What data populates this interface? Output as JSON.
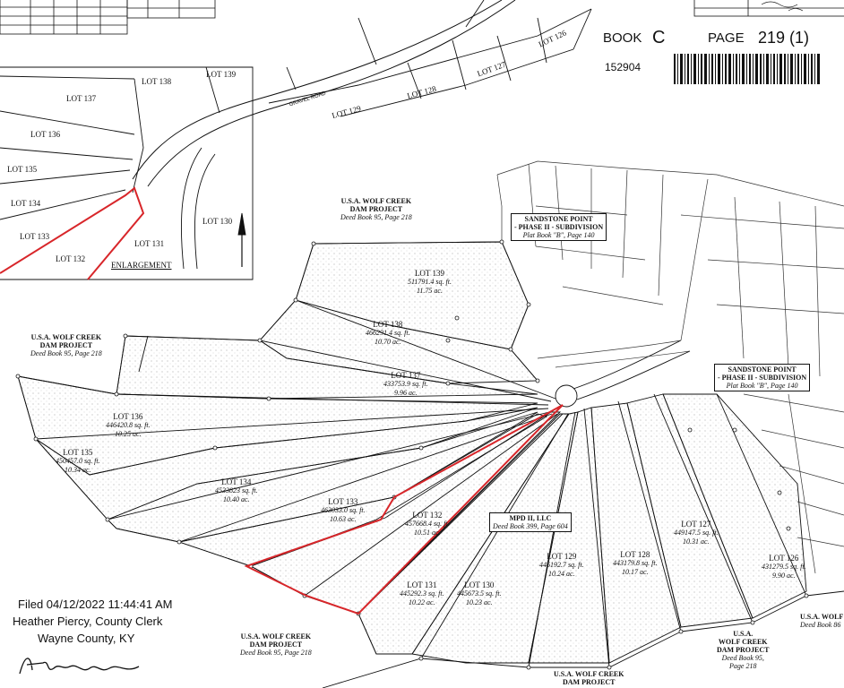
{
  "header": {
    "book_label": "BOOK",
    "book_value": "C",
    "page_label": "PAGE",
    "page_value": "219 (1)",
    "instrument_no": "152904"
  },
  "enlargement": {
    "title": "ENLARGEMENT",
    "lots": [
      "LOT 139",
      "LOT 138",
      "LOT 137",
      "LOT 136",
      "LOT 135",
      "LOT 134",
      "LOT 133",
      "LOT 132",
      "LOT 131",
      "LOT 130",
      "LOT 129",
      "LOT 128",
      "LOT 127",
      "LOT 126"
    ],
    "road_label": "GRAVEL ROAD"
  },
  "lots": [
    {
      "name": "LOT 139",
      "area": "511791.4 sq. ft.",
      "acres": "11.75 ac."
    },
    {
      "name": "LOT 138",
      "area": "466291.4 sq. ft.",
      "acres": "10.70 ac."
    },
    {
      "name": "LOT 137",
      "area": "433753.9 sq. ft.",
      "acres": "9.96 ac."
    },
    {
      "name": "LOT 136",
      "area": "446420.8 sq. ft.",
      "acres": "10.25 ac."
    },
    {
      "name": "LOT 135",
      "area": "450457.0 sq. ft.",
      "acres": "10.34 ac."
    },
    {
      "name": "LOT 134",
      "area": "4533823 sq. ft.",
      "acres": "10.40 ac."
    },
    {
      "name": "LOT 133",
      "area": "463033.0 sq. ft.",
      "acres": "10.63 ac."
    },
    {
      "name": "LOT 132",
      "area": "457668.4 sq. ft.",
      "acres": "10.51 ac."
    },
    {
      "name": "LOT 131",
      "area": "445292.3 sq. ft.",
      "acres": "10.22 ac."
    },
    {
      "name": "LOT 130",
      "area": "445673.5 sq. ft.",
      "acres": "10.23 ac."
    },
    {
      "name": "LOT 129",
      "area": "446192.7 sq. ft.",
      "acres": "10.24 ac."
    },
    {
      "name": "LOT 128",
      "area": "443179.8 sq. ft.",
      "acres": "10.17 ac."
    },
    {
      "name": "LOT 127",
      "area": "449147.5 sq. ft.",
      "acres": "10.31 ac."
    },
    {
      "name": "LOT 126",
      "area": "431279.5 sq. ft.",
      "acres": "9.90 ac."
    }
  ],
  "owners": {
    "wolf_creek_top": [
      "U.S.A. WOLF CREEK",
      "DAM PROJECT",
      "Deed Book 95, Page 218"
    ],
    "wolf_creek_left": [
      "U.S.A. WOLF CREEK",
      "DAM PROJECT",
      "Deed Book 95, Page 218"
    ],
    "wolf_creek_bottom": [
      "U.S.A. WOLF CREEK",
      "DAM PROJECT",
      "Deed Book 95, Page 218"
    ],
    "wolf_creek_bottom2": [
      "U.S.A. WOLF CREEK",
      "DAM PROJECT"
    ],
    "wolf_creek_right": [
      "U.S.A.",
      "WOLF CREEK",
      "DAM PROJECT",
      "Deed Book 95,",
      "Page 218"
    ],
    "wolf_creek_far_right": [
      "U.S.A. WOLF",
      "Deed Book 86"
    ]
  },
  "boxes": {
    "sandstone_top": [
      "SANDSTONE POINT",
      "- PHASE II - SUBDIVISION",
      "Plat Book \"B\", Page 140"
    ],
    "sandstone_right": [
      "SANDSTONE POINT",
      "- PHASE II - SUBDIVISION",
      "Plat Book \"B\", Page 140"
    ],
    "mpd": [
      "MPD II, LLC",
      "Deed Book 399, Page 604"
    ]
  },
  "filing": {
    "filed": "Filed  04/12/2022 11:44:41 AM",
    "clerk": "Heather Piercy, County Clerk",
    "county": "Wayne County, KY",
    "signature": "Heather M Piercy"
  },
  "colors": {
    "ink": "#111111",
    "highlight": "#d8262a"
  }
}
